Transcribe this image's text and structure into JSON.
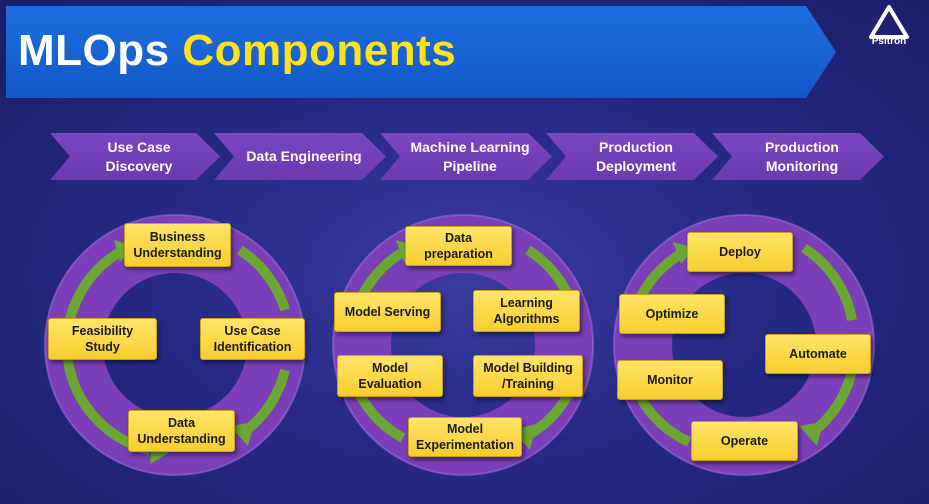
{
  "header": {
    "title_part1": "MLOps",
    "title_part2": "Components",
    "logo_text": "Psitron"
  },
  "stages": [
    "Use Case\nDiscovery",
    "Data Engineering",
    "Machine Learning\nPipeline",
    "Production\nDeployment",
    "Production\nMonitoring"
  ],
  "cycles": [
    {
      "name": "use-case-discovery-cycle",
      "steps": [
        "Business\nUnderstanding",
        "Feasibility\nStudy",
        "Use Case\nIdentification",
        "Data\nUnderstanding"
      ]
    },
    {
      "name": "ml-pipeline-cycle",
      "steps": [
        "Data\npreparation",
        "Model Serving",
        "Learning\nAlgorithms",
        "Model\nEvaluation",
        "Model Building\n/Training",
        "Model\nExperimentation"
      ]
    },
    {
      "name": "production-cycle",
      "steps": [
        "Deploy",
        "Optimize",
        "Automate",
        "Monitor",
        "Operate"
      ]
    }
  ],
  "colors": {
    "background": "#262a86",
    "banner": "#1565d8",
    "title_accent": "#ffe21a",
    "chevron": "#7040b8",
    "ring": "#7c3fba",
    "arrow": "#6aa632",
    "box": "#f8d338"
  },
  "icons": [
    "psitron-logo-icon",
    "cycle-arrow-icon"
  ]
}
